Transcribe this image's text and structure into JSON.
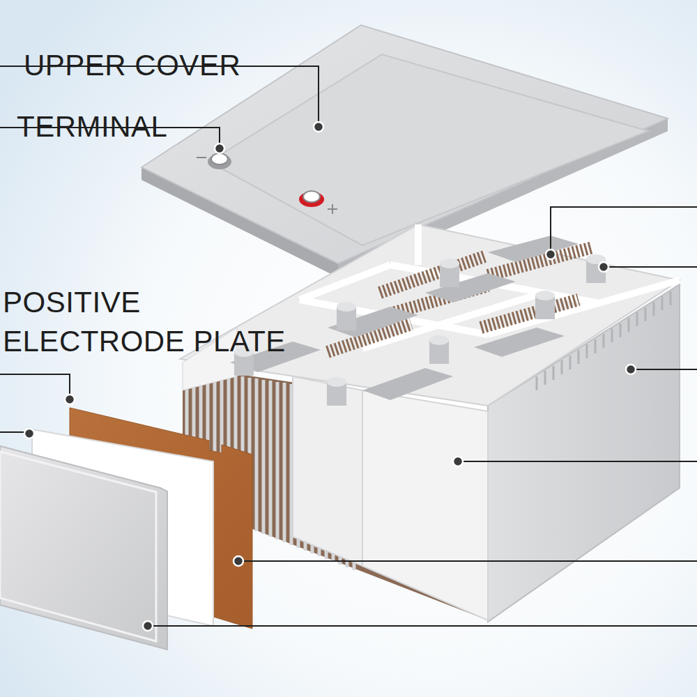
{
  "diagram": {
    "labels": [
      "UPPER COVER",
      "TERMINAL",
      "POSITIVE ELECTRODE PLATE"
    ]
  }
}
